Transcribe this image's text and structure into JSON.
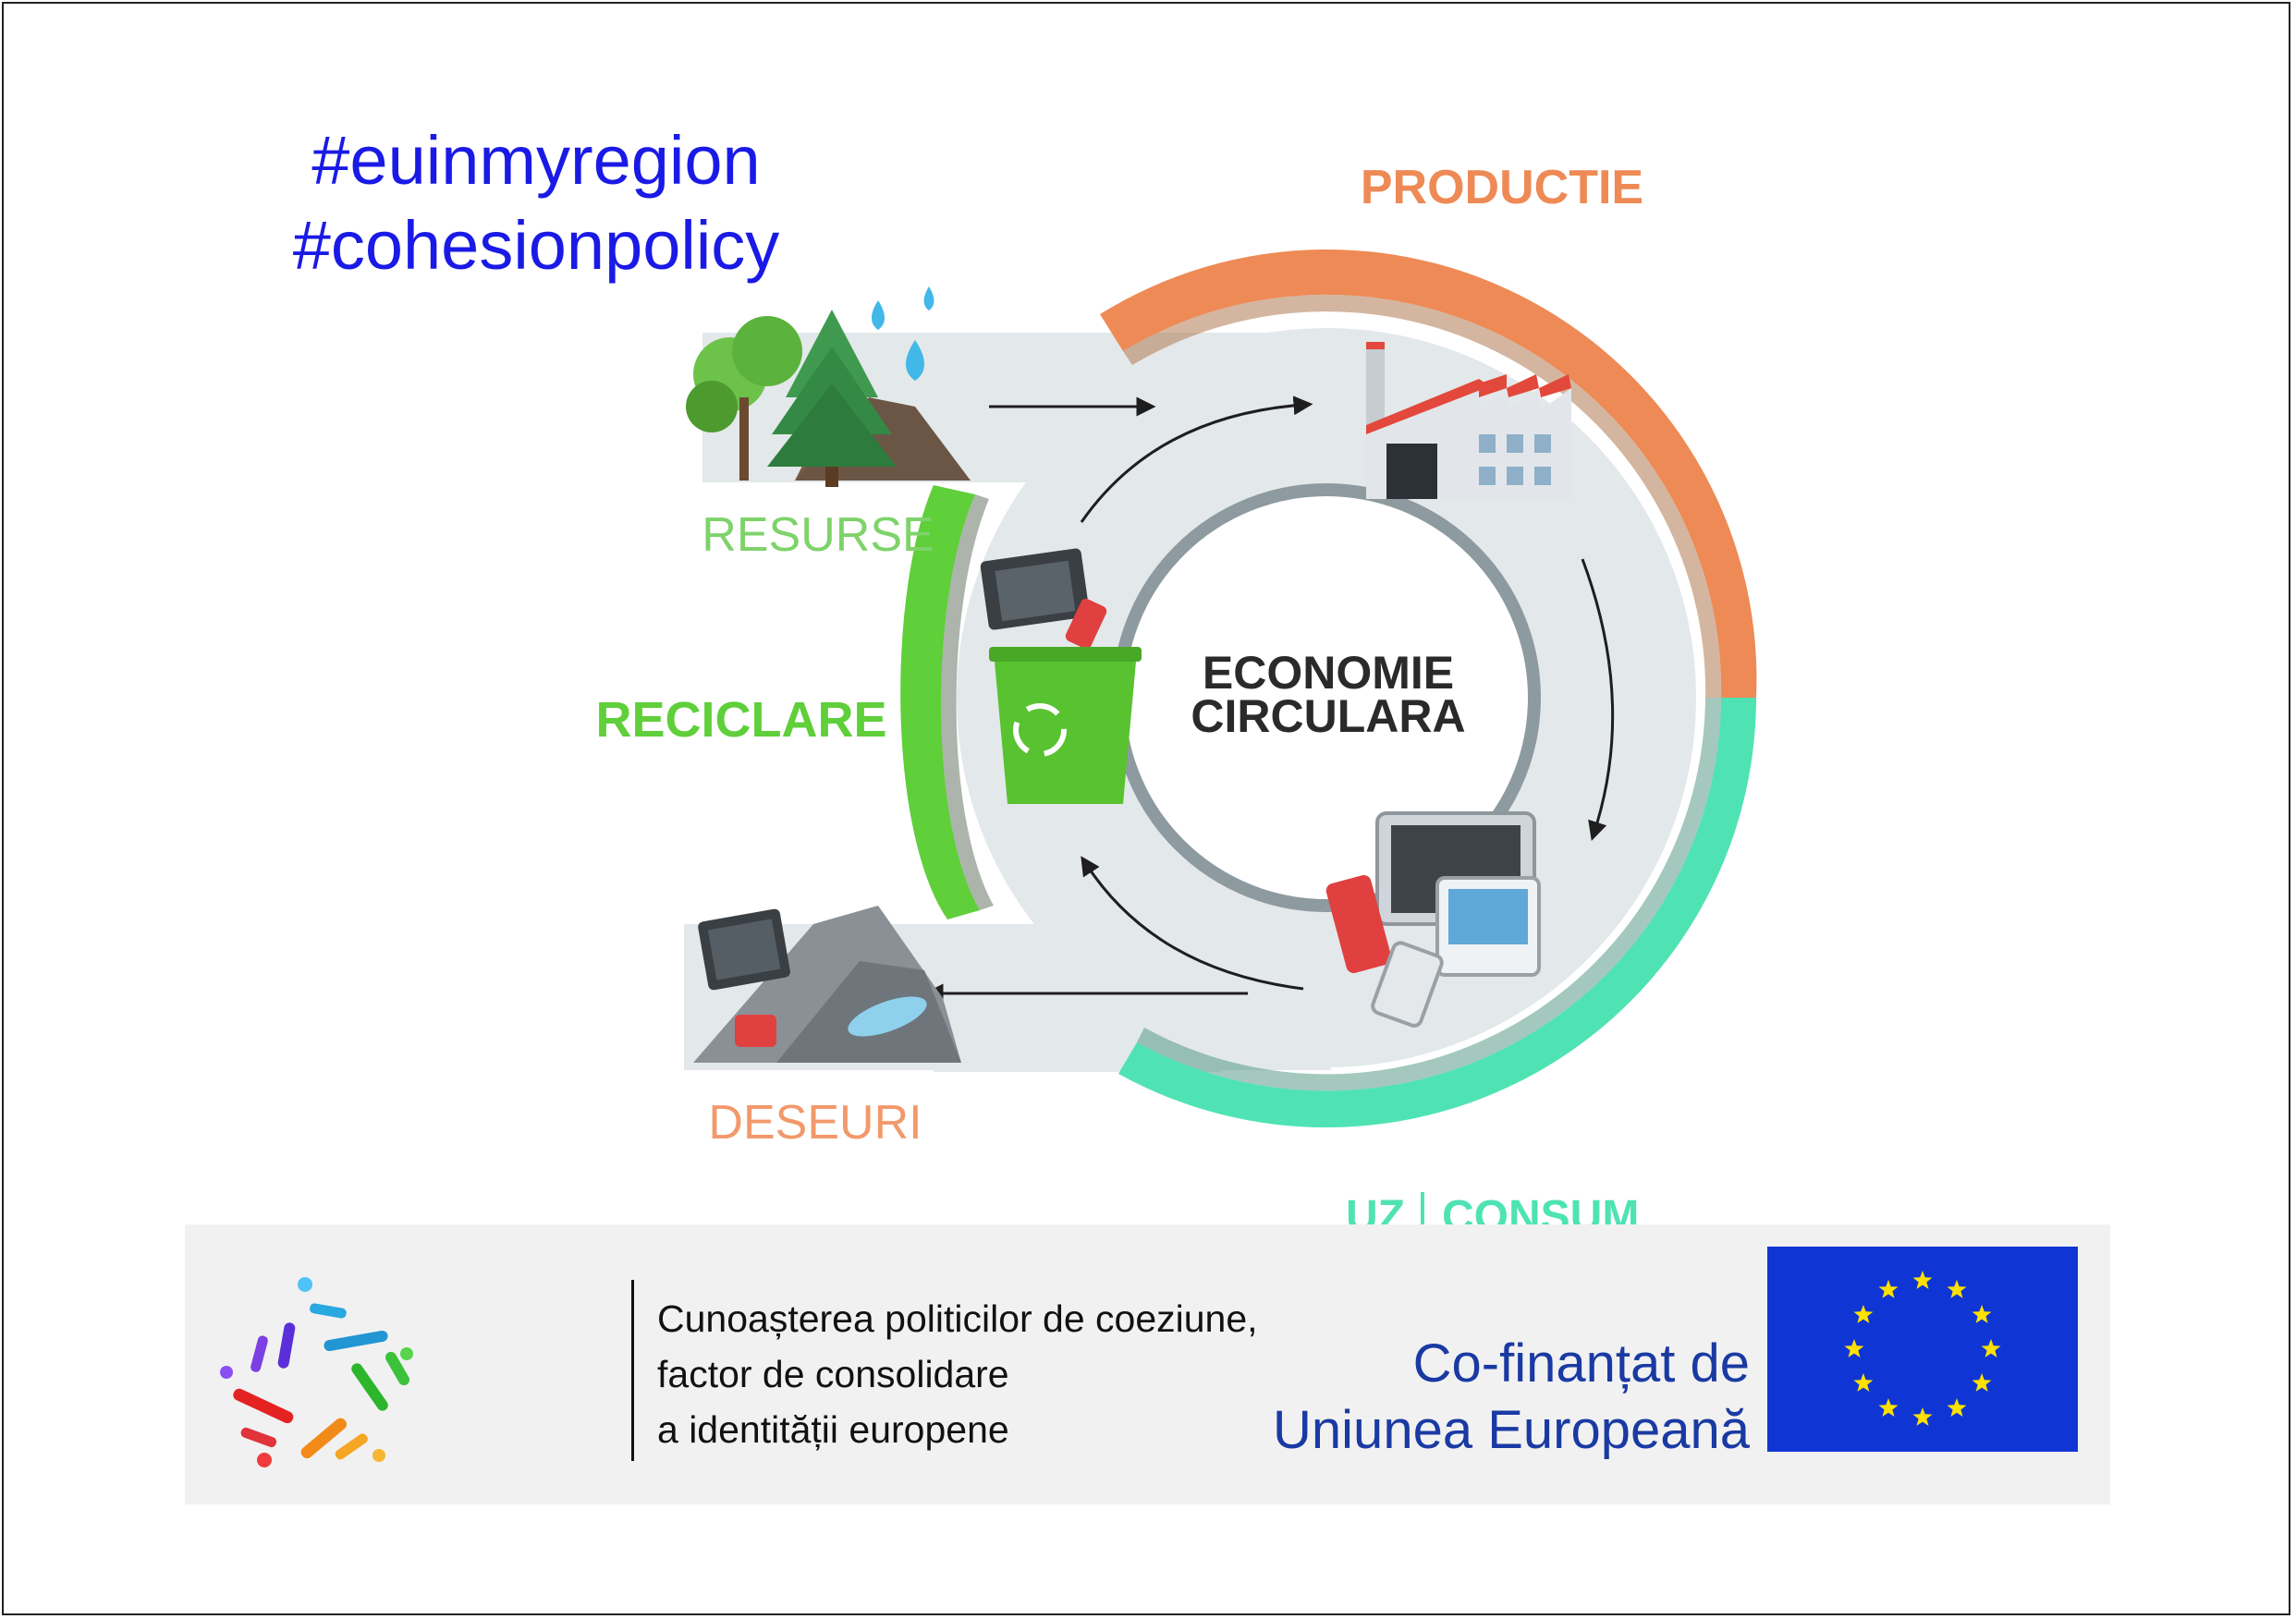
{
  "hashtags": [
    "#euinmyregion",
    "#cohesionpolicy"
  ],
  "diagram": {
    "center_line1": "ECONOMIE",
    "center_line2": "CIRCULARA",
    "label_productie": "PRODUCTIE",
    "label_resurse": "RESURSE",
    "label_reciclare": "RECICLARE",
    "label_deseuri": "DESEURI",
    "label_uz": "UZ",
    "label_consum": "CONSUM",
    "colors": {
      "productie": "#ee8a55",
      "consum": "#4fe3b4",
      "reciclare": "#5fcf3a",
      "resurse": "#7ed36a",
      "deseuri": "#f2996b",
      "center_text": "#2a2a2a",
      "band": "#e3e8ea"
    }
  },
  "footer": {
    "text_lines": [
      "Cunoașterea politicilor de coeziune,",
      "factor de consolidare",
      "a identității europene"
    ],
    "cofinanced_lines": [
      "Co-finanțat de",
      "Uniunea Europeană"
    ],
    "flag_color": "#0f36d4",
    "star_color": "#ffe100"
  }
}
